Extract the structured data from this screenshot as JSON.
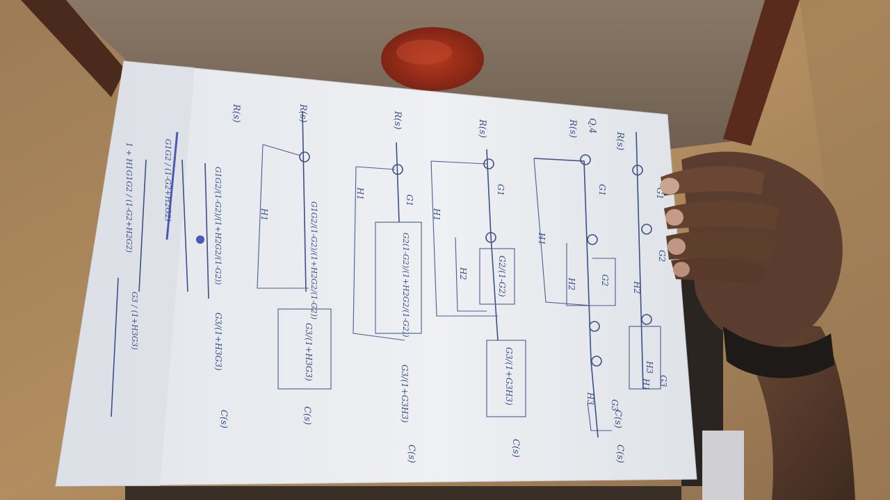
{
  "photo": {
    "subject": "hand holding a sheet of handwritten block diagram reduction notes",
    "colors": {
      "wall": "#b08a5c",
      "ceiling": "#7b6a58",
      "paper": "#e9ebee",
      "ink": "#3d4f86",
      "skin": "#5a3d2e",
      "lamp": "#9b2d1f"
    }
  },
  "sheet": {
    "header": "Q.4",
    "rows": [
      {
        "input": "R(s)",
        "blocks": [
          "G1",
          "G2",
          "H2",
          "G3",
          "H3",
          "H1"
        ],
        "output": "C(s)"
      },
      {
        "input": "R(s)",
        "blocks": [
          "G1",
          "H2",
          "G2",
          "G3",
          "H3",
          "H1"
        ],
        "output": "C(s)"
      },
      {
        "input": "R(s)",
        "blocks": [
          "G1",
          "G2/(1-G2)",
          "H2",
          "H1",
          "G3/(1+G3H3)"
        ],
        "output": "C(s)"
      },
      {
        "input": "R(s)",
        "blocks": [
          "G1",
          "G2(1-G2)/(1+H2G2/(1-G2))",
          "H1",
          "G3/(1+G3H3)"
        ],
        "output": "C(s)"
      },
      {
        "input": "R(s)",
        "blocks": [
          "G1G2/(1-G2)/(1+H2G2/(1-G2))",
          "H1",
          "G3/(1+H3G3)"
        ],
        "output": "C(s)"
      },
      {
        "input": "R(s)",
        "blocks": [
          "G1G2/(1-G2)/(1+H2G2/(1-G2))",
          "G3/(1+H3G3)"
        ],
        "output": "C(s)"
      }
    ],
    "final_expression": {
      "numerator": "G1G2 / (1-G2+H2G2)",
      "denominator": "1 + H1G1G2 / (1-G2+H2G2)",
      "times": "G3 / (1+H3G3)"
    }
  }
}
